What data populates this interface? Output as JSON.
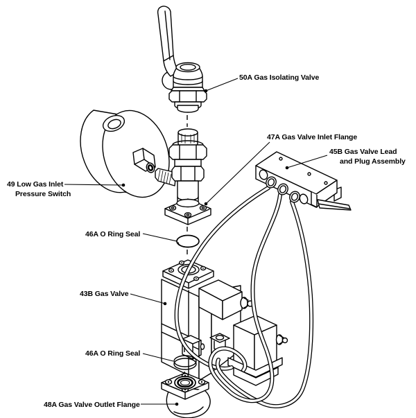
{
  "page": {
    "background": "#ffffff",
    "line_color": "#000000",
    "text_color": "#000000"
  },
  "labels": {
    "isolating_valve": "50A Gas Isolating Valve",
    "inlet_flange": "47A Gas Valve Inlet Flange",
    "lead_plug_1": "45B Gas Valve Lead",
    "lead_plug_2": "and Plug Assembly",
    "pressure_switch_1": "49 Low Gas Inlet",
    "pressure_switch_2": "Pressure Switch",
    "oring_upper": "46A O Ring Seal",
    "gas_valve": "43B Gas Valve",
    "oring_lower": "46A O Ring Seal",
    "outlet_flange": "48A Gas Valve Outlet Flange"
  }
}
